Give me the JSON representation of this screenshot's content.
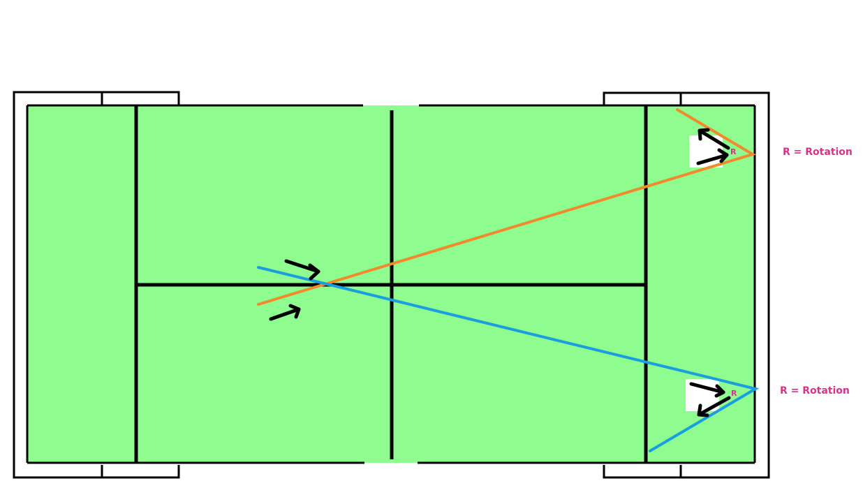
{
  "diagram": {
    "type": "padel-court-rotation",
    "colors": {
      "court_fill": "#8ffc8f",
      "line": "#000000",
      "orange_path": "#f08a2c",
      "blue_path": "#1a9ee0",
      "label": "#d6338a",
      "background": "#ffffff"
    },
    "annotations": {
      "top": {
        "mark": "R",
        "legend": "R = Rotation"
      },
      "bottom": {
        "mark": "R",
        "legend": "R = Rotation"
      }
    }
  }
}
